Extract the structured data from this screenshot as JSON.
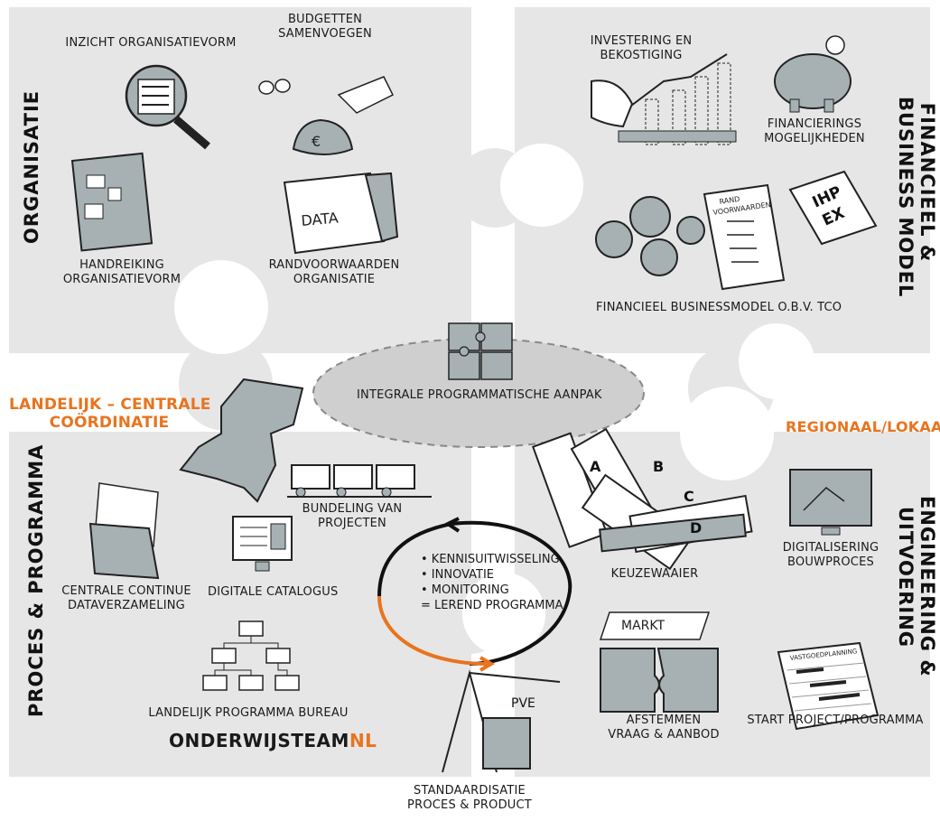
{
  "sections": {
    "organisatie": {
      "title": "ORGANISATIE",
      "items": {
        "inzicht": "INZICHT ORGANISATIEVORM",
        "budgetten_1": "BUDGETTEN",
        "budgetten_2": "SAMENVOEGEN",
        "handreiking_1": "HANDREIKING",
        "handreiking_2": "ORGANISATIEVORM",
        "randvoorwaarden_1": "RANDVOORWAARDEN",
        "randvoorwaarden_2": "ORGANISATIE",
        "data_folder_text": "DATA"
      }
    },
    "financieel": {
      "title_1": "FINANCIEEL &",
      "title_2": "BUSINESS MODEL",
      "items": {
        "investering_1": "INVESTERING EN",
        "investering_2": "BEKOSTIGING",
        "financierings_1": "FINANCIERINGS",
        "financierings_2": "MOGELIJKHEDEN",
        "businessmodel": "FINANCIEEL BUSINESSMODEL O.B.V. TCO",
        "ihp_1": "IHP",
        "ihp_2": "EX",
        "paper_1": "RAND",
        "paper_2": "VOORWAARDEN"
      }
    },
    "proces": {
      "title": "PROCES & PROGRAMMA",
      "orange_1": "LANDELIJK – CENTRALE",
      "orange_2": "COÖRDINATIE",
      "items": {
        "bundeling_1": "BUNDELING VAN",
        "bundeling_2": "PROJECTEN",
        "centrale_1": "CENTRALE CONTINUE",
        "centrale_2": "DATAVERZAMELING",
        "catalogus": "DIGITALE CATALOGUS",
        "bureau": "LANDELIJK PROGRAMMA BUREAU",
        "brand_main": "ONDERWIJSTEAM",
        "brand_nl": "NL"
      }
    },
    "engineering": {
      "title_1": "ENGINEERING &",
      "title_2": "UITVOERING",
      "orange": "REGIONAAL/LOKAAL",
      "items": {
        "keuzewaaier": "KEUZEWAAIER",
        "digitalisering_1": "DIGITALISERING",
        "digitalisering_2": "BOUWPROCES",
        "afstemmen_1": "AFSTEMMEN",
        "afstemmen_2": "VRAAG & AANBOD",
        "start": "START PROJECT/PROGRAMMA",
        "markt": "MARKT",
        "fan": [
          "A",
          "B",
          "C",
          "D"
        ],
        "planning": "VASTGOEDPLANNING"
      }
    }
  },
  "center": {
    "label": "INTEGRALE PROGRAMMATISCHE AANPAK"
  },
  "cycle": {
    "bullets": [
      "• KENNISUITWISSELING",
      "• INNOVATIE",
      "• MONITORING",
      "= LEREND PROGRAMMA"
    ]
  },
  "bottom": {
    "pve": "PVE",
    "standaardisatie_1": "STANDAARDISATIE",
    "standaardisatie_2": "PROCES & PRODUCT"
  },
  "colors": {
    "panel": "#e6e6e6",
    "grey": "#a7b1b3",
    "orange": "#e8741e",
    "ink": "#1a1a1a"
  }
}
